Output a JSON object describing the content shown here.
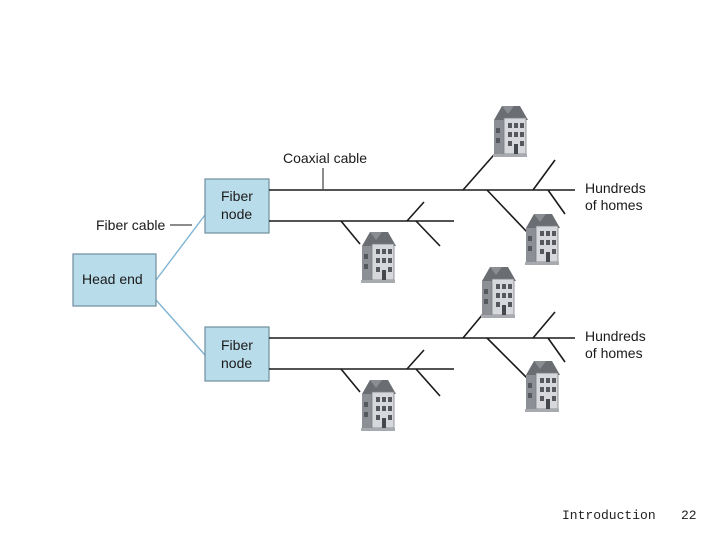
{
  "labels": {
    "coaxial_cable": "Coaxial cable",
    "fiber_cable": "Fiber cable",
    "head_end": "Head end",
    "fiber_node_line1": "Fiber",
    "fiber_node_line2": "node",
    "hundreds_line1": "Hundreds",
    "hundreds_line2": "of homes"
  },
  "footer": {
    "section": "Introduction",
    "page": "22"
  },
  "colors": {
    "box_fill": "#b9dcea",
    "fiber_line": "#7fb4d3"
  },
  "icons": [
    "house-icon"
  ]
}
